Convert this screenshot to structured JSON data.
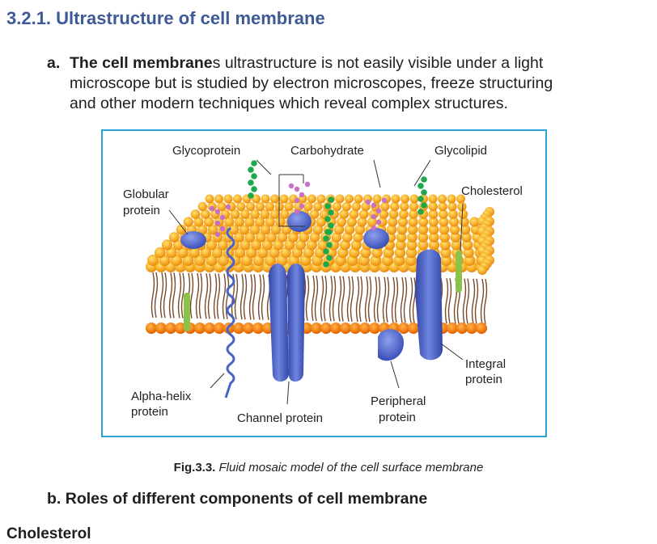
{
  "section": {
    "number": "3.2.1.",
    "title": "Ultrastructure of cell membrane"
  },
  "paragraph_a": {
    "marker": "a.",
    "lead_bold": "The cell membrane",
    "line1_rest": "s ultrastructure is not easily visible under a light",
    "line2": "microscope but is studied by electron microscopes, freeze structuring",
    "line3": "and other modern techniques which reveal complex structures."
  },
  "figure": {
    "labels": {
      "glycoprotein": "Glycoprotein",
      "carbohydrate": "Carbohydrate",
      "glycolipid": "Glycolipid",
      "globular_protein_1": "Globular",
      "globular_protein_2": "protein",
      "cholesterol": "Cholesterol",
      "alpha_helix_1": "Alpha-helix",
      "alpha_helix_2": "protein",
      "channel_protein": "Channel protein",
      "peripheral_protein_1": "Peripheral",
      "peripheral_protein_2": "protein",
      "integral_protein_1": "Integral",
      "integral_protein_2": "protein"
    },
    "colors": {
      "border": "#2aa3d6",
      "phospholipid_head": "#f5a623",
      "protein": "#4a63c6",
      "carbohydrate_chain": "#c670c8",
      "glycolipid_chain": "#1fa84a",
      "cholesterol": "#8bc34a"
    },
    "caption_number": "Fig.3.3.",
    "caption_text": "Fluid mosaic model of the cell surface membrane"
  },
  "subheading_b": "b. Roles of different components of cell membrane",
  "subheading_cholesterol": "Cholesterol"
}
